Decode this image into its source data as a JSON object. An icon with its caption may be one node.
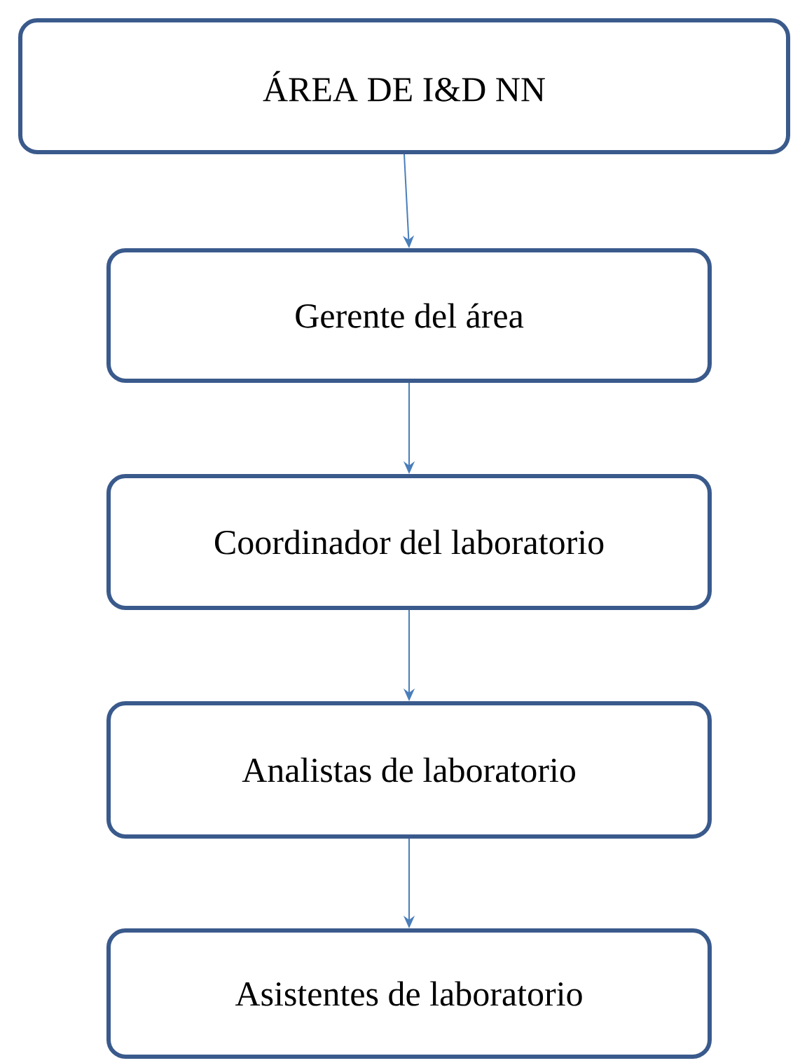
{
  "diagram": {
    "nodes": [
      {
        "text": [
          "ÁREA DE I&D NN"
        ]
      },
      {
        "text": [
          "Gerente del área"
        ]
      },
      {
        "text": [
          "Coordinador del laboratorio"
        ]
      },
      {
        "text": [
          "Analistas de laboratorio"
        ]
      },
      {
        "text": [
          "Asistentes de laboratorio"
        ]
      }
    ],
    "edges": [
      {
        "from": 0,
        "to": 1,
        "arrow": "to"
      },
      {
        "from": 1,
        "to": 2,
        "arrow": "to"
      },
      {
        "from": 2,
        "to": 3,
        "arrow": "to"
      },
      {
        "from": 3,
        "to": 4,
        "arrow": "to"
      }
    ]
  }
}
